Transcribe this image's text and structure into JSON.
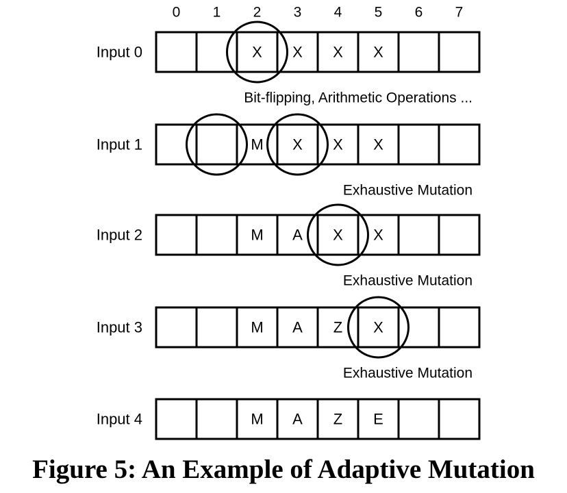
{
  "column_indices": [
    "0",
    "1",
    "2",
    "3",
    "4",
    "5",
    "6",
    "7"
  ],
  "rows": [
    {
      "label": "Input 0",
      "cells": [
        "",
        "",
        "X",
        "X",
        "X",
        "X",
        "",
        ""
      ],
      "circles": [
        2
      ],
      "note": "Bit-flipping, Arithmetic Operations ..."
    },
    {
      "label": "Input 1",
      "cells": [
        "",
        "",
        "M",
        "X",
        "X",
        "X",
        "",
        ""
      ],
      "circles": [
        1,
        3
      ],
      "note": "Exhaustive Mutation"
    },
    {
      "label": "Input 2",
      "cells": [
        "",
        "",
        "M",
        "A",
        "X",
        "X",
        "",
        ""
      ],
      "circles": [
        4
      ],
      "note": "Exhaustive Mutation"
    },
    {
      "label": "Input 3",
      "cells": [
        "",
        "",
        "M",
        "A",
        "Z",
        "X",
        "",
        ""
      ],
      "circles": [
        5
      ],
      "note": "Exhaustive Mutation"
    },
    {
      "label": "Input 4",
      "cells": [
        "",
        "",
        "M",
        "A",
        "Z",
        "E",
        "",
        ""
      ],
      "circles": [],
      "note": ""
    }
  ],
  "caption": "Figure 5: An Example of Adaptive Mutation"
}
